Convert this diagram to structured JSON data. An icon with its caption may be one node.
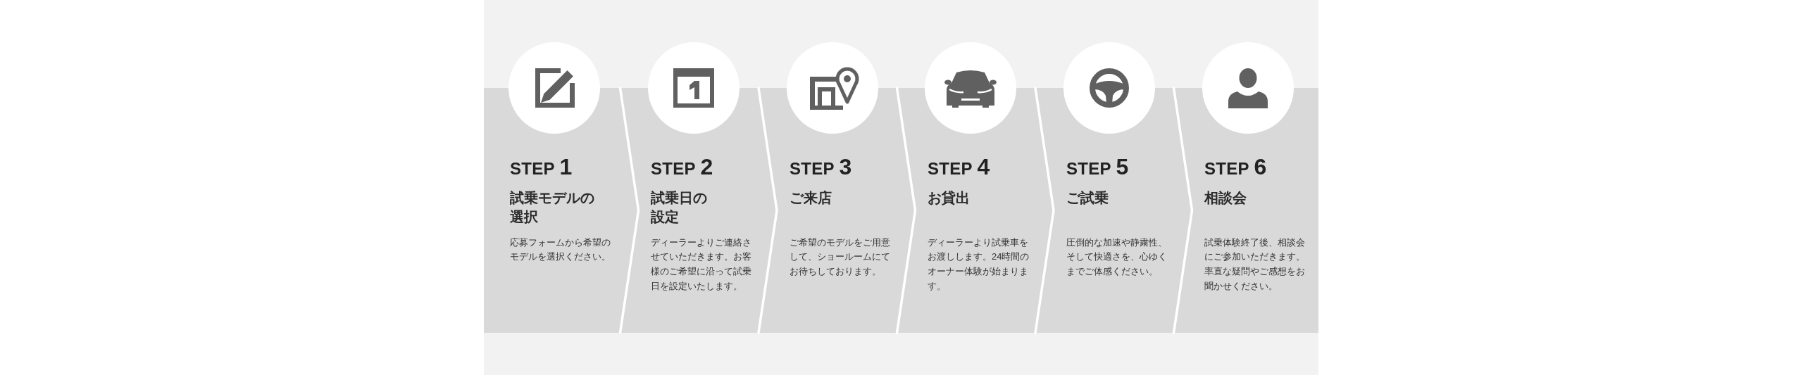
{
  "diagram": {
    "nodes": [
      {
        "text": [
          "STEP 1",
          "試乗モデルの選択",
          "応募フォームから希望のモデルを選択ください。"
        ]
      },
      {
        "text": [
          "STEP 2",
          "試乗日の設定",
          "ディーラーよりご連絡させていただきます。お客様のご希望に沿って試乗日を設定いたします。"
        ]
      },
      {
        "text": [
          "STEP 3",
          "ご来店",
          "ご希望のモデルをご用意して、ショールームにてお待ちしております。"
        ]
      },
      {
        "text": [
          "STEP 4",
          "お貸出",
          "ディーラーより試乗車をお渡しします。24時間のオーナー体験が始まります。"
        ]
      },
      {
        "text": [
          "STEP 5",
          "ご試乗",
          "圧倒的な加速や静粛性、そして快適さを、心ゆくまでご体感ください。"
        ]
      },
      {
        "text": [
          "STEP 6",
          "相談会",
          "試乗体験終了後、相談会にご参加いただきます。率直な疑問やご感想をお聞かせください。"
        ]
      }
    ],
    "edges": [
      {
        "from": 0,
        "to": 1,
        "arrow": "none"
      },
      {
        "from": 1,
        "to": 2,
        "arrow": "none"
      },
      {
        "from": 2,
        "to": 3,
        "arrow": "none"
      },
      {
        "from": 3,
        "to": 4,
        "arrow": "none"
      },
      {
        "from": 4,
        "to": 5,
        "arrow": "none"
      }
    ]
  }
}
